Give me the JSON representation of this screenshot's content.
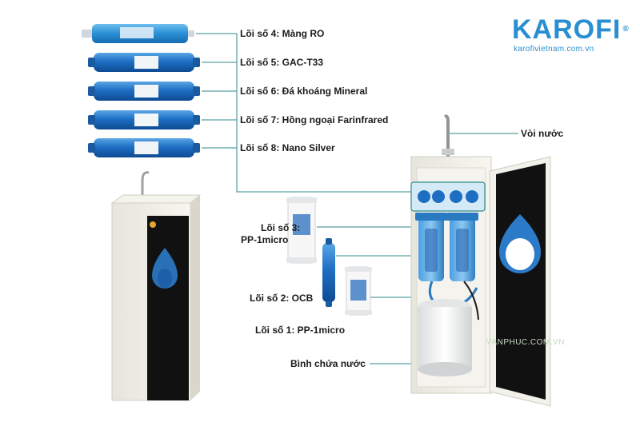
{
  "brand": {
    "name": "KAROFI",
    "registered": "®",
    "url": "karofivietnam.com.vn"
  },
  "watermark": "VANPHUC.COM.VN",
  "labels": {
    "ro": "Lõi số 4: Màng RO",
    "gac": "Lõi số 5: GAC-T33",
    "mineral": "Lõi số 6: Đá khoáng Mineral",
    "farinfrared": "Lõi số 7: Hồng ngoại Farinfrared",
    "nano": "Lõi số 8: Nano Silver",
    "faucet": "Vòi nước",
    "pp1_line1": "Lõi số 3:",
    "pp1_line2": "PP-1micro",
    "ocb": "Lõi số 2: OCB",
    "pp1micro": "Lõi số 1: PP-1micro",
    "tank": "Bình chứa nước"
  },
  "colors": {
    "cartridge_blue": "#1f6fc2",
    "ro_blue": "#2c8fd6",
    "brand_blue": "#2a8fd0",
    "cabinet_frame": "#efeee6",
    "door_black": "#121212",
    "leader_line": "#2f8a8a"
  }
}
